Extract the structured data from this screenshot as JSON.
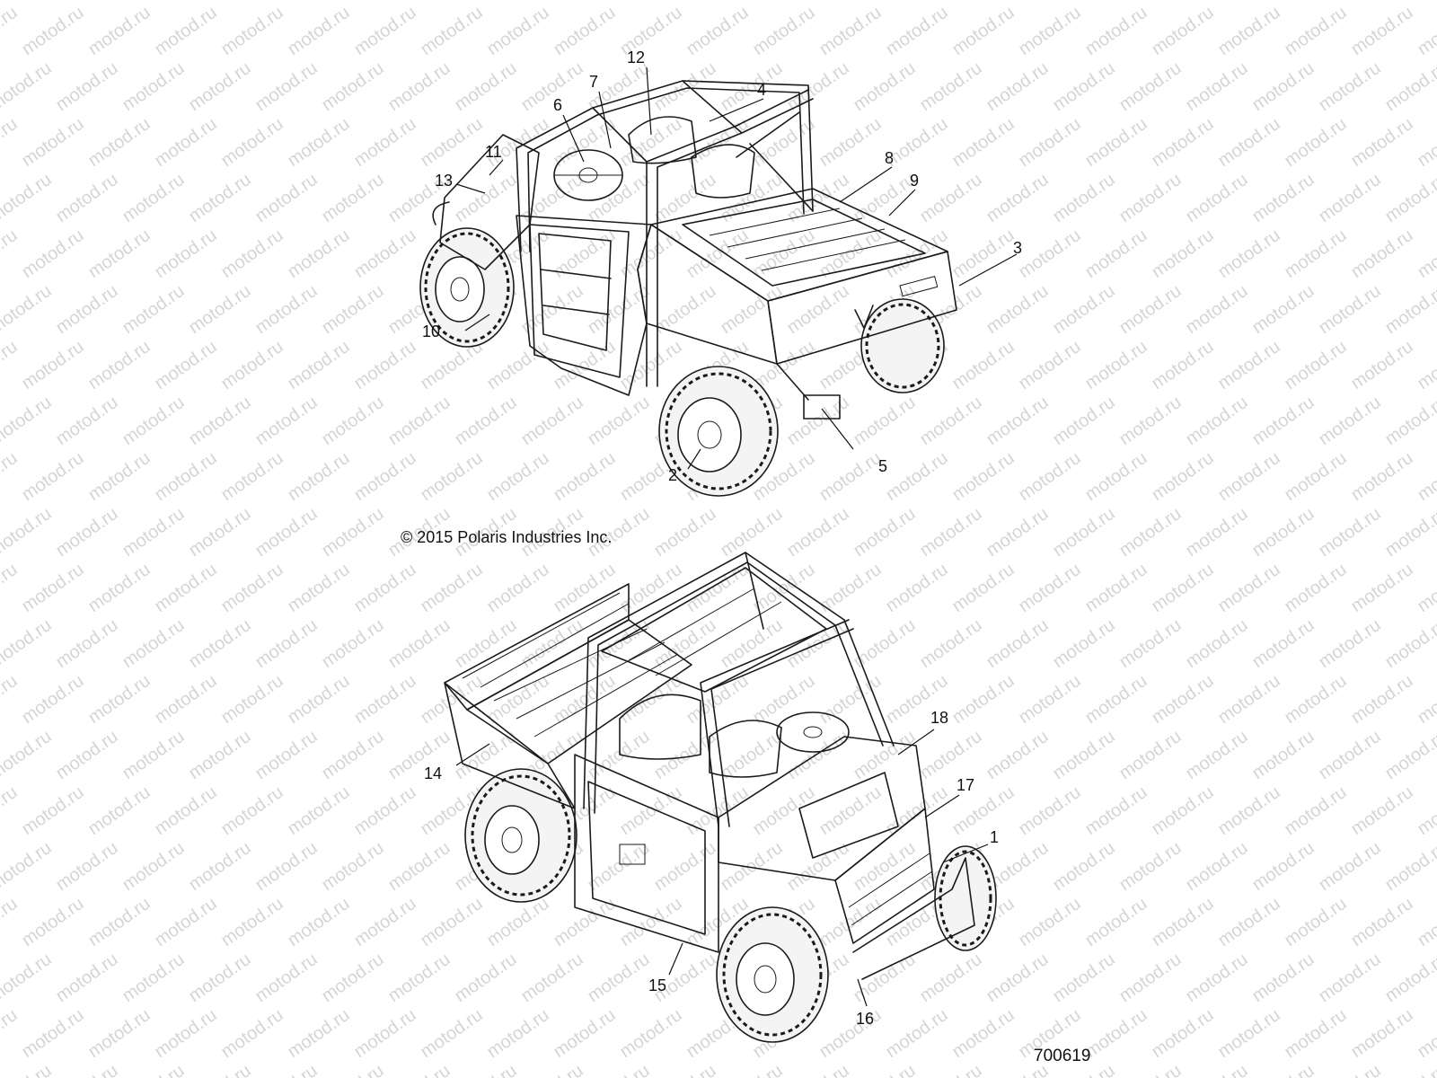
{
  "watermark": "motod.ru",
  "copyright": "© 2015 Polaris Industries Inc.",
  "figure_number": "700619",
  "callouts": [
    "1",
    "2",
    "3",
    "4",
    "5",
    "6",
    "7",
    "8",
    "9",
    "10",
    "11",
    "12",
    "13",
    "14",
    "15",
    "16",
    "17",
    "18"
  ],
  "colors": {
    "line": "#1a1a1a",
    "background": "#ffffff",
    "watermark": "#c8c8c8"
  }
}
